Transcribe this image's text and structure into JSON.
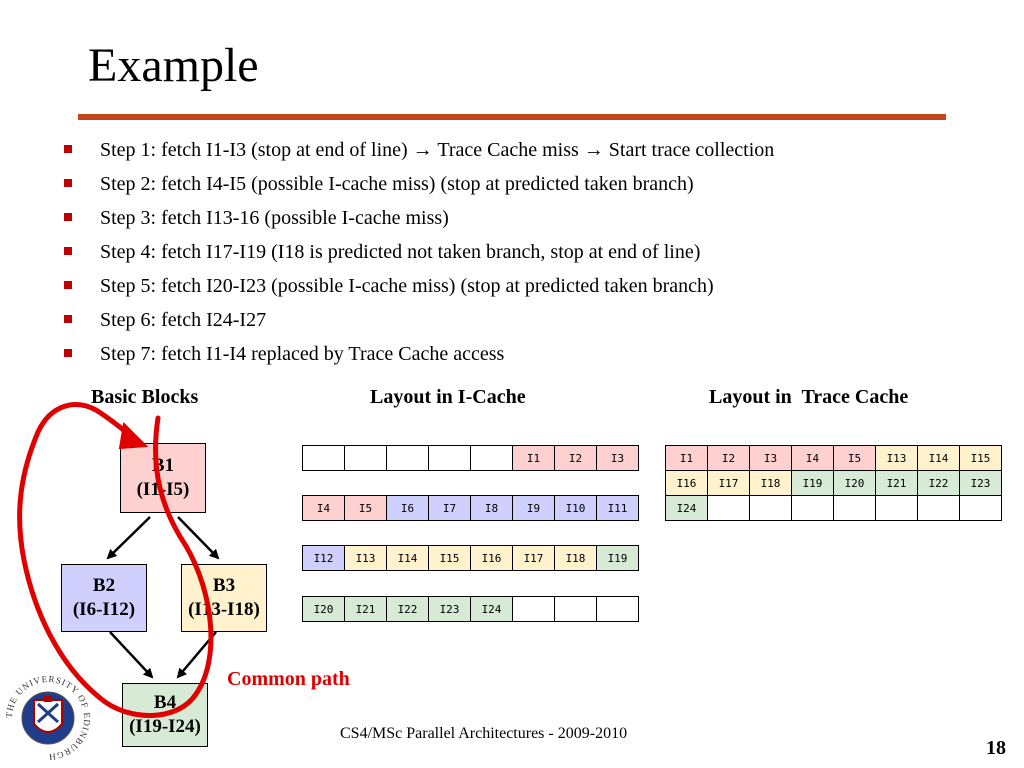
{
  "slide": {
    "title": "Example",
    "bullets": [
      "Step 1: fetch I1-I3 (stop at end of line) → Trace Cache miss → Start trace collection",
      "Step 2: fetch I4-I5 (possible I-cache miss) (stop at predicted taken branch)",
      "Step 3: fetch I13-16 (possible I-cache miss)",
      "Step 4: fetch I17-I19 (I18 is predicted not taken branch, stop at end of line)",
      "Step 5: fetch I20-I23 (possible I-cache miss) (stop at predicted taken branch)",
      "Step 6: fetch I24-I27",
      "Step 7: fetch I1-I4 replaced by Trace Cache access"
    ]
  },
  "sections": {
    "basic_blocks": "Basic Blocks",
    "icache": "Layout in I-Cache",
    "trace_cache": "Layout in  Trace Cache"
  },
  "blocks": {
    "b1": {
      "name": "B1",
      "range": "(I1-I5)"
    },
    "b2": {
      "name": "B2",
      "range": "(I6-I12)"
    },
    "b3": {
      "name": "B3",
      "range": "(I13-I18)"
    },
    "b4": {
      "name": "B4",
      "range": "(I19-I24)"
    }
  },
  "common_path": "Common path",
  "icache_rows": [
    [
      "",
      "",
      "",
      "",
      "",
      "I1",
      "I2",
      "I3"
    ],
    [
      "I4",
      "I5",
      "I6",
      "I7",
      "I8",
      "I9",
      "I10",
      "I11"
    ],
    [
      "I12",
      "I13",
      "I14",
      "I15",
      "I16",
      "I17",
      "I18",
      "I19"
    ],
    [
      "I20",
      "I21",
      "I22",
      "I23",
      "I24",
      "",
      "",
      ""
    ]
  ],
  "trace_rows": [
    [
      "I1",
      "I2",
      "I3",
      "I4",
      "I5",
      "I13",
      "I14",
      "I15"
    ],
    [
      "I16",
      "I17",
      "I18",
      "I19",
      "I20",
      "I21",
      "I22",
      "I23"
    ],
    [
      "I24",
      "",
      "",
      "",
      "",
      "",
      "",
      ""
    ]
  ],
  "colors": {
    "b1": "#ffd0d0",
    "b2": "#d0d0ff",
    "b3": "#fff2cc",
    "b4": "#d6ead6",
    "accent_rule": "#c0461a",
    "annotation": "#e00000"
  },
  "footer": {
    "course": "CS4/MSc Parallel Architectures - 2009-2010",
    "page": "18"
  },
  "logo": {
    "icon": "university-of-edinburgh-crest-icon",
    "text": "THE UNIVERSITY OF EDINBURGH"
  }
}
